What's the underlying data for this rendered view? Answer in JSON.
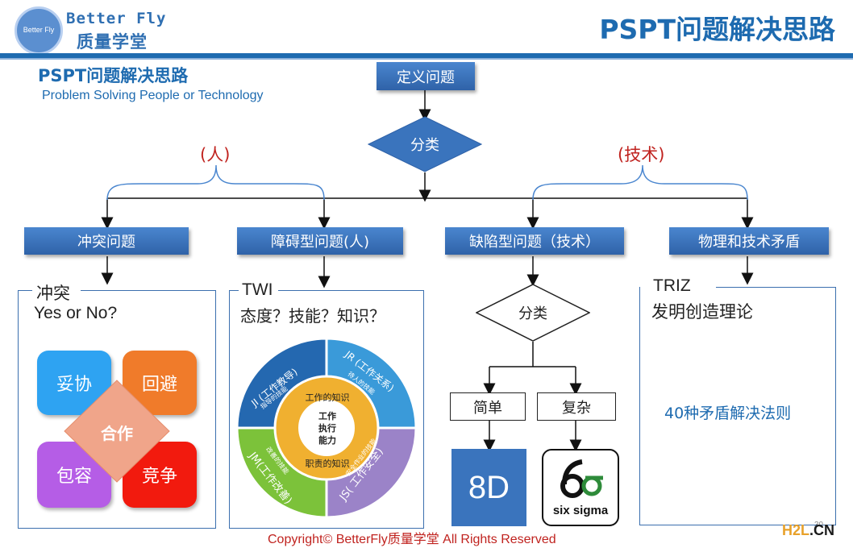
{
  "brand": {
    "name_en": "Better Fly",
    "name_cn": "质量学堂",
    "logo_text": "Better Fly"
  },
  "title": "PSPT问题解决思路",
  "subtitle": "PSPT问题解决思路",
  "subtitle_en": "Problem Solving People or Technology",
  "root": "定义问题",
  "classify": "分类",
  "branch_people": "(人)",
  "branch_tech": "(技术)",
  "categories": [
    "冲突问题",
    "障碍型问题(人)",
    "缺陷型问题（技术）",
    "物理和技术矛盾"
  ],
  "conflict": {
    "title": "冲突",
    "question": "Yes or No?",
    "tiles": [
      "妥协",
      "回避",
      "包容",
      "竞争"
    ],
    "center": "合作"
  },
  "twi": {
    "title": "TWI",
    "question": "态度？技能？知识？",
    "quadrants": [
      "JI (工作教导)",
      "JR (工作关系)",
      "JM(工作改善)",
      "JS( 工作安全)"
    ],
    "quadrant_sub": [
      "指导的技能",
      "待人的技能",
      "改善的技能",
      "安全作业的技能"
    ],
    "ring": [
      "工作的知识",
      "职责的知识"
    ],
    "core": [
      "工作",
      "执行",
      "能力"
    ]
  },
  "defect": {
    "classify": "分类",
    "simple": "简单",
    "complex": "复杂",
    "simple_tool": "8D",
    "complex_tool": "six sigma"
  },
  "triz": {
    "title": "TRIZ",
    "desc": "发明创造理论",
    "rule": "40种矛盾解决法则"
  },
  "footer": {
    "copyright": "Copyright© BetterFly质量学堂   All Rights Reserved",
    "page": "30",
    "watermark_a": "H2L",
    "watermark_b": ".CN"
  },
  "colors": {
    "accent": "#1e6bb0",
    "red": "#c0231f",
    "box": "#3a74bd"
  }
}
